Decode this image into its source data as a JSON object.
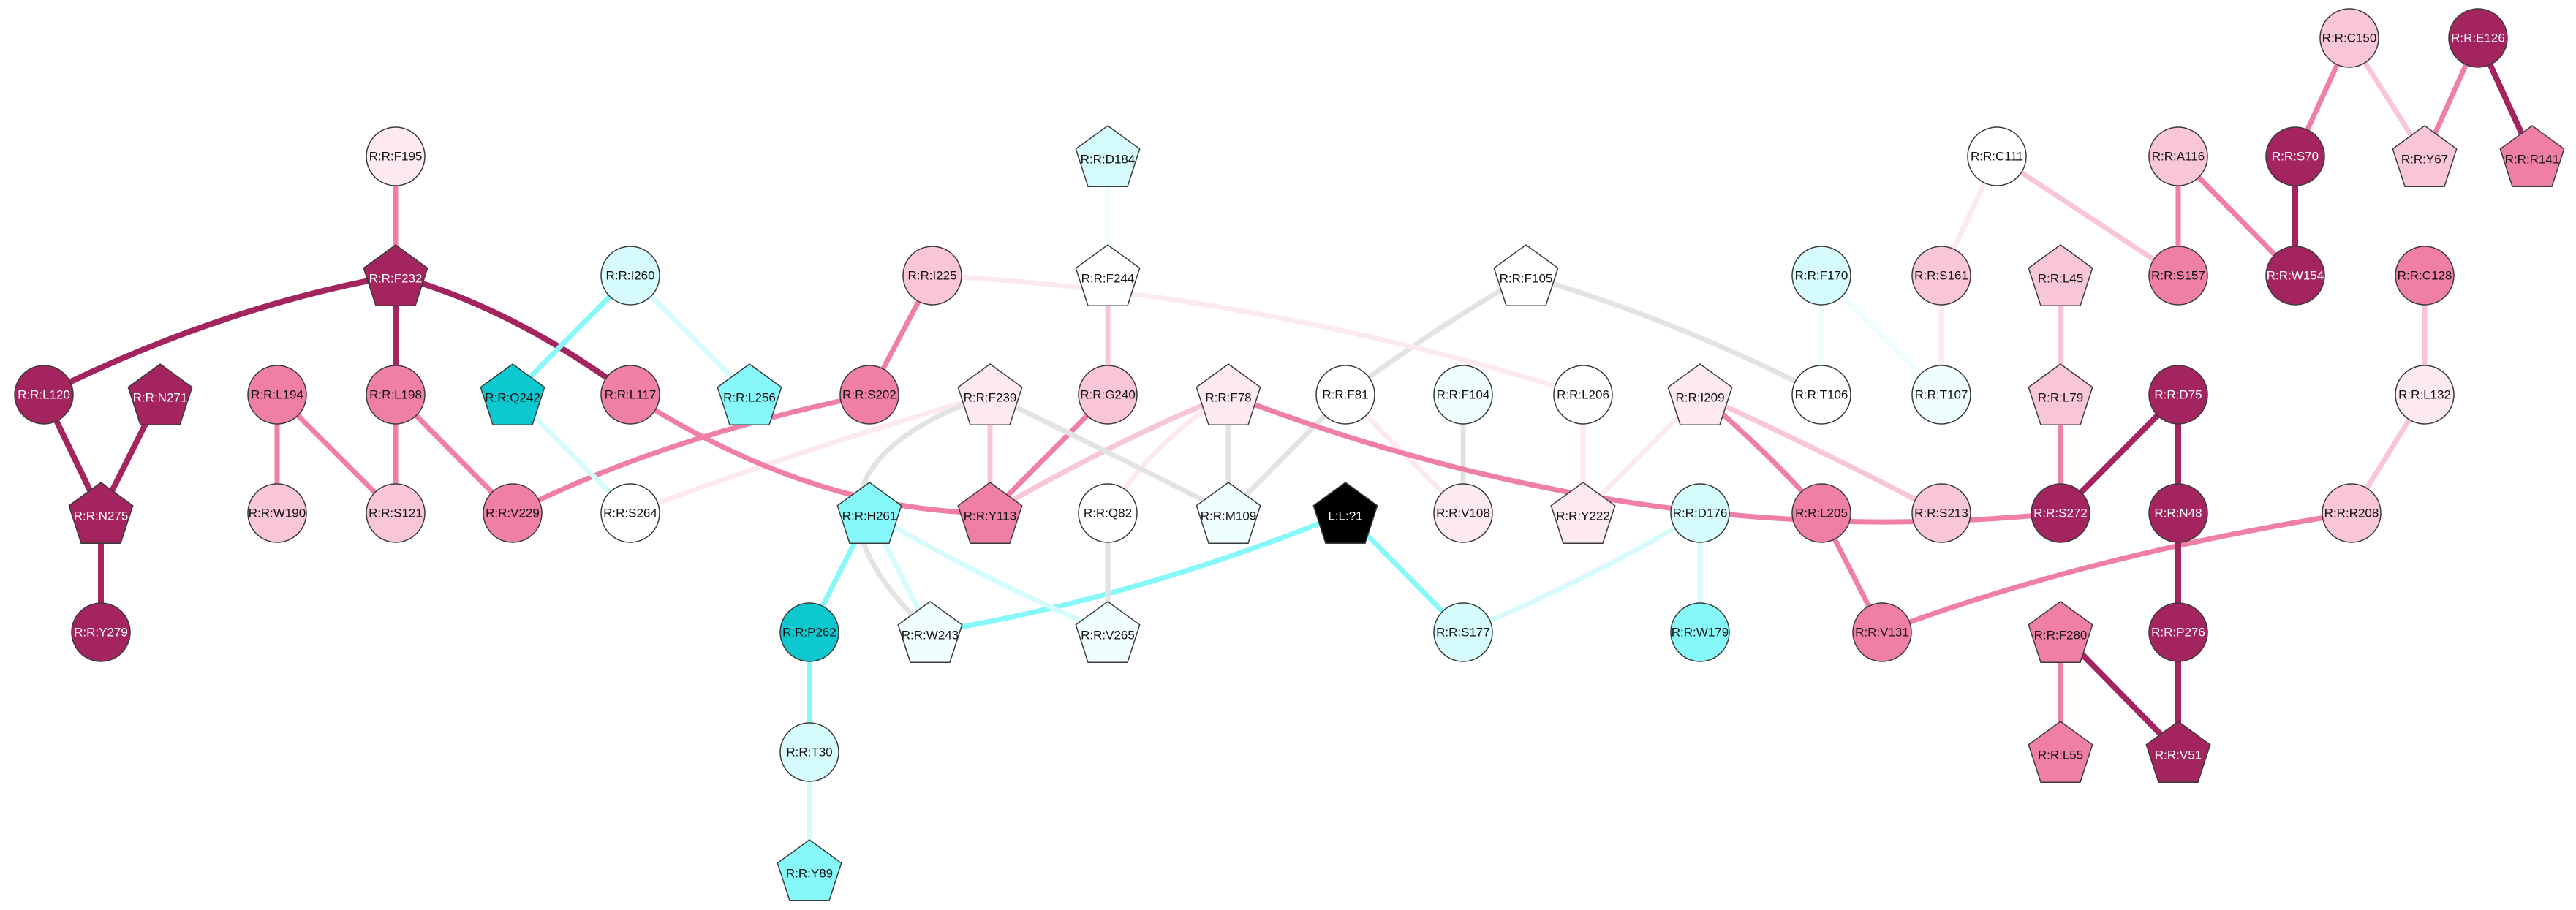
{
  "colors": {
    "dark_magenta": "#a3245e",
    "pink": "#f07fa8",
    "light_pink": "#f9c6d8",
    "very_light_pink": "#fdeaf1",
    "white": "#ffffff",
    "very_light_cyan": "#effefe",
    "light_cyan": "#d5fbfc",
    "cyan": "#86f8fa",
    "dark_cyan": "#0ec8d0",
    "black": "#000000",
    "stroke": "#3a3a3a",
    "edge_gray": "#e3e3e3"
  },
  "nodes": [
    {
      "id": "C150",
      "label": "R:R:C150",
      "shape": "circle",
      "fill": "light_pink"
    },
    {
      "id": "E126",
      "label": "R:R:E126",
      "shape": "circle",
      "fill": "dark_magenta"
    },
    {
      "id": "S70",
      "label": "R:R:S70",
      "shape": "circle",
      "fill": "dark_magenta"
    },
    {
      "id": "Y67",
      "label": "R:R:Y67",
      "shape": "pentagon",
      "fill": "light_pink"
    },
    {
      "id": "R141",
      "label": "R:R:R141",
      "shape": "pentagon",
      "fill": "pink"
    },
    {
      "id": "F195",
      "label": "R:R:F195",
      "shape": "circle",
      "fill": "very_light_pink"
    },
    {
      "id": "D184",
      "label": "R:R:D184",
      "shape": "pentagon",
      "fill": "light_cyan"
    },
    {
      "id": "C111",
      "label": "R:R:C111",
      "shape": "circle",
      "fill": "white"
    },
    {
      "id": "A116",
      "label": "R:R:A116",
      "shape": "circle",
      "fill": "light_pink"
    },
    {
      "id": "F232",
      "label": "R:R:F232",
      "shape": "pentagon",
      "fill": "dark_magenta"
    },
    {
      "id": "I260",
      "label": "R:R:I260",
      "shape": "circle",
      "fill": "light_cyan"
    },
    {
      "id": "I225",
      "label": "R:R:I225",
      "shape": "circle",
      "fill": "light_pink"
    },
    {
      "id": "F244",
      "label": "R:R:F244",
      "shape": "pentagon",
      "fill": "white"
    },
    {
      "id": "F105",
      "label": "R:R:F105",
      "shape": "pentagon",
      "fill": "white"
    },
    {
      "id": "F170",
      "label": "R:R:F170",
      "shape": "circle",
      "fill": "light_cyan"
    },
    {
      "id": "S161",
      "label": "R:R:S161",
      "shape": "circle",
      "fill": "light_pink"
    },
    {
      "id": "L45",
      "label": "R:R:L45",
      "shape": "pentagon",
      "fill": "light_pink"
    },
    {
      "id": "S157",
      "label": "R:R:S157",
      "shape": "circle",
      "fill": "pink"
    },
    {
      "id": "W154",
      "label": "R:R:W154",
      "shape": "circle",
      "fill": "dark_magenta"
    },
    {
      "id": "C128",
      "label": "R:R:C128",
      "shape": "circle",
      "fill": "pink"
    },
    {
      "id": "L120",
      "label": "R:R:L120",
      "shape": "circle",
      "fill": "dark_magenta"
    },
    {
      "id": "N271",
      "label": "R:R:N271",
      "shape": "pentagon",
      "fill": "dark_magenta"
    },
    {
      "id": "L194",
      "label": "R:R:L194",
      "shape": "circle",
      "fill": "pink"
    },
    {
      "id": "L198",
      "label": "R:R:L198",
      "shape": "circle",
      "fill": "pink"
    },
    {
      "id": "Q242",
      "label": "R:R:Q242",
      "shape": "pentagon",
      "fill": "dark_cyan"
    },
    {
      "id": "L117",
      "label": "R:R:L117",
      "shape": "circle",
      "fill": "pink"
    },
    {
      "id": "L256",
      "label": "R:R:L256",
      "shape": "pentagon",
      "fill": "cyan"
    },
    {
      "id": "S202",
      "label": "R:R:S202",
      "shape": "circle",
      "fill": "pink"
    },
    {
      "id": "F239",
      "label": "R:R:F239",
      "shape": "pentagon",
      "fill": "very_light_pink"
    },
    {
      "id": "G240",
      "label": "R:R:G240",
      "shape": "circle",
      "fill": "light_pink"
    },
    {
      "id": "F78",
      "label": "R:R:F78",
      "shape": "pentagon",
      "fill": "very_light_pink"
    },
    {
      "id": "F81",
      "label": "R:R:F81",
      "shape": "circle",
      "fill": "white"
    },
    {
      "id": "F104",
      "label": "R:R:F104",
      "shape": "circle",
      "fill": "very_light_cyan"
    },
    {
      "id": "L206",
      "label": "R:R:L206",
      "shape": "circle",
      "fill": "white"
    },
    {
      "id": "I209",
      "label": "R:R:I209",
      "shape": "pentagon",
      "fill": "very_light_pink"
    },
    {
      "id": "T106",
      "label": "R:R:T106",
      "shape": "circle",
      "fill": "white"
    },
    {
      "id": "T107",
      "label": "R:R:T107",
      "shape": "circle",
      "fill": "very_light_cyan"
    },
    {
      "id": "L79",
      "label": "R:R:L79",
      "shape": "pentagon",
      "fill": "light_pink"
    },
    {
      "id": "D75",
      "label": "R:R:D75",
      "shape": "circle",
      "fill": "dark_magenta"
    },
    {
      "id": "L132",
      "label": "R:R:L132",
      "shape": "circle",
      "fill": "very_light_pink"
    },
    {
      "id": "N275",
      "label": "R:R:N275",
      "shape": "pentagon",
      "fill": "dark_magenta"
    },
    {
      "id": "W190",
      "label": "R:R:W190",
      "shape": "circle",
      "fill": "light_pink"
    },
    {
      "id": "S121",
      "label": "R:R:S121",
      "shape": "circle",
      "fill": "light_pink"
    },
    {
      "id": "V229",
      "label": "R:R:V229",
      "shape": "circle",
      "fill": "pink"
    },
    {
      "id": "S264",
      "label": "R:R:S264",
      "shape": "circle",
      "fill": "white"
    },
    {
      "id": "H261",
      "label": "R:R:H261",
      "shape": "pentagon",
      "fill": "cyan"
    },
    {
      "id": "Y113",
      "label": "R:R:Y113",
      "shape": "pentagon",
      "fill": "pink"
    },
    {
      "id": "Q82",
      "label": "R:R:Q82",
      "shape": "circle",
      "fill": "white"
    },
    {
      "id": "M109",
      "label": "R:R:M109",
      "shape": "pentagon",
      "fill": "very_light_cyan"
    },
    {
      "id": "L",
      "label": "L:L:?1",
      "shape": "pentagon",
      "fill": "black"
    },
    {
      "id": "V108",
      "label": "R:R:V108",
      "shape": "circle",
      "fill": "very_light_pink"
    },
    {
      "id": "Y222",
      "label": "R:R:Y222",
      "shape": "pentagon",
      "fill": "very_light_pink"
    },
    {
      "id": "D176",
      "label": "R:R:D176",
      "shape": "circle",
      "fill": "light_cyan"
    },
    {
      "id": "L205",
      "label": "R:R:L205",
      "shape": "circle",
      "fill": "pink"
    },
    {
      "id": "S213",
      "label": "R:R:S213",
      "shape": "circle",
      "fill": "light_pink"
    },
    {
      "id": "S272",
      "label": "R:R:S272",
      "shape": "circle",
      "fill": "dark_magenta"
    },
    {
      "id": "N48",
      "label": "R:R:N48",
      "shape": "circle",
      "fill": "dark_magenta"
    },
    {
      "id": "R208",
      "label": "R:R:R208",
      "shape": "circle",
      "fill": "light_pink"
    },
    {
      "id": "Y279",
      "label": "R:R:Y279",
      "shape": "circle",
      "fill": "dark_magenta"
    },
    {
      "id": "P262",
      "label": "R:R:P262",
      "shape": "circle",
      "fill": "dark_cyan"
    },
    {
      "id": "W243",
      "label": "R:R:W243",
      "shape": "pentagon",
      "fill": "very_light_cyan"
    },
    {
      "id": "V265",
      "label": "R:R:V265",
      "shape": "pentagon",
      "fill": "very_light_cyan"
    },
    {
      "id": "S177",
      "label": "R:R:S177",
      "shape": "circle",
      "fill": "light_cyan"
    },
    {
      "id": "W179",
      "label": "R:R:W179",
      "shape": "circle",
      "fill": "cyan"
    },
    {
      "id": "V131",
      "label": "R:R:V131",
      "shape": "circle",
      "fill": "pink"
    },
    {
      "id": "F280",
      "label": "R:R:F280",
      "shape": "pentagon",
      "fill": "pink"
    },
    {
      "id": "P276",
      "label": "R:R:P276",
      "shape": "circle",
      "fill": "dark_magenta"
    },
    {
      "id": "T30",
      "label": "R:R:T30",
      "shape": "circle",
      "fill": "light_cyan"
    },
    {
      "id": "L55",
      "label": "R:R:L55",
      "shape": "pentagon",
      "fill": "pink"
    },
    {
      "id": "V51",
      "label": "R:R:V51",
      "shape": "pentagon",
      "fill": "dark_magenta"
    },
    {
      "id": "Y89",
      "label": "R:R:Y89",
      "shape": "pentagon",
      "fill": "cyan"
    }
  ],
  "edges": [
    {
      "from": "C150",
      "to": "S70",
      "color": "pink",
      "weight": "medium"
    },
    {
      "from": "C150",
      "to": "Y67",
      "color": "light_pink",
      "weight": "medium"
    },
    {
      "from": "E126",
      "to": "Y67",
      "color": "pink",
      "weight": "medium"
    },
    {
      "from": "E126",
      "to": "R141",
      "color": "dark_magenta",
      "weight": "heavy"
    },
    {
      "from": "S70",
      "to": "W154",
      "color": "dark_magenta",
      "weight": "heavy"
    },
    {
      "from": "A116",
      "to": "W154",
      "color": "pink",
      "weight": "medium"
    },
    {
      "from": "A116",
      "to": "S157",
      "color": "pink",
      "weight": "medium"
    },
    {
      "from": "C111",
      "to": "S157",
      "color": "light_pink",
      "weight": "medium"
    },
    {
      "from": "C111",
      "to": "S161",
      "color": "very_light_pink",
      "weight": "medium"
    },
    {
      "from": "S161",
      "to": "T107",
      "color": "very_light_pink",
      "weight": "medium"
    },
    {
      "from": "F170",
      "to": "T106",
      "color": "very_light_cyan",
      "weight": "medium"
    },
    {
      "from": "F170",
      "to": "T107",
      "color": "very_light_cyan",
      "weight": "medium"
    },
    {
      "from": "L45",
      "to": "L79",
      "color": "light_pink",
      "weight": "medium"
    },
    {
      "from": "L79",
      "to": "S272",
      "color": "pink",
      "weight": "medium"
    },
    {
      "from": "C128",
      "to": "L132",
      "color": "light_pink",
      "weight": "medium"
    },
    {
      "from": "L132",
      "to": "R208",
      "color": "light_pink",
      "weight": "medium"
    },
    {
      "from": "R208",
      "to": "V131",
      "color": "pink",
      "weight": "medium"
    },
    {
      "from": "D75",
      "to": "S272",
      "color": "dark_magenta",
      "weight": "heavy"
    },
    {
      "from": "D75",
      "to": "N48",
      "color": "dark_magenta",
      "weight": "heavy"
    },
    {
      "from": "N48",
      "to": "P276",
      "color": "dark_magenta",
      "weight": "heavy"
    },
    {
      "from": "P276",
      "to": "V51",
      "color": "dark_magenta",
      "weight": "heavy"
    },
    {
      "from": "F280",
      "to": "V51",
      "color": "dark_magenta",
      "weight": "heavy"
    },
    {
      "from": "F280",
      "to": "L55",
      "color": "pink",
      "weight": "medium"
    },
    {
      "from": "I209",
      "to": "L205",
      "color": "pink",
      "weight": "medium"
    },
    {
      "from": "I209",
      "to": "S213",
      "color": "light_pink",
      "weight": "medium"
    },
    {
      "from": "I209",
      "to": "Y222",
      "color": "very_light_pink",
      "weight": "medium"
    },
    {
      "from": "L205",
      "to": "V131",
      "color": "pink",
      "weight": "medium"
    },
    {
      "from": "F105",
      "to": "T106",
      "color": "edge_gray",
      "weight": "medium"
    },
    {
      "from": "F105",
      "to": "F81",
      "color": "edge_gray",
      "weight": "medium"
    },
    {
      "from": "L206",
      "to": "Y222",
      "color": "very_light_pink",
      "weight": "medium"
    },
    {
      "from": "F104",
      "to": "V108",
      "color": "edge_gray",
      "weight": "medium"
    },
    {
      "from": "F81",
      "to": "M109",
      "color": "edge_gray",
      "weight": "medium"
    },
    {
      "from": "F81",
      "to": "V108",
      "color": "very_light_pink",
      "weight": "medium"
    },
    {
      "from": "D176",
      "to": "W179",
      "color": "light_cyan",
      "weight": "medium"
    },
    {
      "from": "D176",
      "to": "S177",
      "color": "light_cyan",
      "weight": "medium"
    },
    {
      "from": "L",
      "to": "S177",
      "color": "cyan",
      "weight": "medium"
    },
    {
      "from": "L",
      "to": "W243",
      "color": "cyan",
      "weight": "medium"
    },
    {
      "from": "F78",
      "to": "S272",
      "color": "pink",
      "weight": "medium"
    },
    {
      "from": "F78",
      "to": "Y113",
      "color": "light_pink",
      "weight": "medium"
    },
    {
      "from": "F78",
      "to": "M109",
      "color": "edge_gray",
      "weight": "medium"
    },
    {
      "from": "F78",
      "to": "Q82",
      "color": "very_light_pink",
      "weight": "medium"
    },
    {
      "from": "D184",
      "to": "F244",
      "color": "very_light_cyan",
      "weight": "medium"
    },
    {
      "from": "F244",
      "to": "G240",
      "color": "light_pink",
      "weight": "medium"
    },
    {
      "from": "G240",
      "to": "Y113",
      "color": "pink",
      "weight": "medium"
    },
    {
      "from": "F239",
      "to": "Y113",
      "color": "light_pink",
      "weight": "medium"
    },
    {
      "from": "F239",
      "to": "M109",
      "color": "edge_gray",
      "weight": "medium"
    },
    {
      "from": "F239",
      "to": "S264",
      "color": "very_light_pink",
      "weight": "medium"
    },
    {
      "from": "F239",
      "to": "W243",
      "color": "edge_gray",
      "weight": "medium"
    },
    {
      "from": "Q82",
      "to": "V265",
      "color": "edge_gray",
      "weight": "medium"
    },
    {
      "from": "I225",
      "to": "S202",
      "color": "pink",
      "weight": "medium"
    },
    {
      "from": "I225",
      "to": "L206",
      "color": "very_light_pink",
      "weight": "medium"
    },
    {
      "from": "S202",
      "to": "V229",
      "color": "pink",
      "weight": "medium"
    },
    {
      "from": "L117",
      "to": "Y113",
      "color": "pink",
      "weight": "medium"
    },
    {
      "from": "F232",
      "to": "L117",
      "color": "dark_magenta",
      "weight": "heavy"
    },
    {
      "from": "F232",
      "to": "L120",
      "color": "dark_magenta",
      "weight": "heavy"
    },
    {
      "from": "F232",
      "to": "L198",
      "color": "dark_magenta",
      "weight": "heavy"
    },
    {
      "from": "F195",
      "to": "F232",
      "color": "pink",
      "weight": "medium"
    },
    {
      "from": "L198",
      "to": "S121",
      "color": "pink",
      "weight": "medium"
    },
    {
      "from": "L198",
      "to": "V229",
      "color": "pink",
      "weight": "medium"
    },
    {
      "from": "L194",
      "to": "W190",
      "color": "pink",
      "weight": "medium"
    },
    {
      "from": "L194",
      "to": "S121",
      "color": "pink",
      "weight": "medium"
    },
    {
      "from": "L120",
      "to": "N275",
      "color": "dark_magenta",
      "weight": "heavy"
    },
    {
      "from": "N271",
      "to": "N275",
      "color": "dark_magenta",
      "weight": "heavy"
    },
    {
      "from": "N275",
      "to": "Y279",
      "color": "dark_magenta",
      "weight": "heavy"
    },
    {
      "from": "I260",
      "to": "Q242",
      "color": "cyan",
      "weight": "medium"
    },
    {
      "from": "I260",
      "to": "L256",
      "color": "light_cyan",
      "weight": "medium"
    },
    {
      "from": "Q242",
      "to": "S264",
      "color": "light_cyan",
      "weight": "medium"
    },
    {
      "from": "H261",
      "to": "P262",
      "color": "cyan",
      "weight": "medium"
    },
    {
      "from": "H261",
      "to": "W243",
      "color": "light_cyan",
      "weight": "medium"
    },
    {
      "from": "H261",
      "to": "V265",
      "color": "light_cyan",
      "weight": "medium"
    },
    {
      "from": "P262",
      "to": "T30",
      "color": "cyan",
      "weight": "medium"
    },
    {
      "from": "T30",
      "to": "Y89",
      "color": "light_cyan",
      "weight": "medium"
    }
  ]
}
